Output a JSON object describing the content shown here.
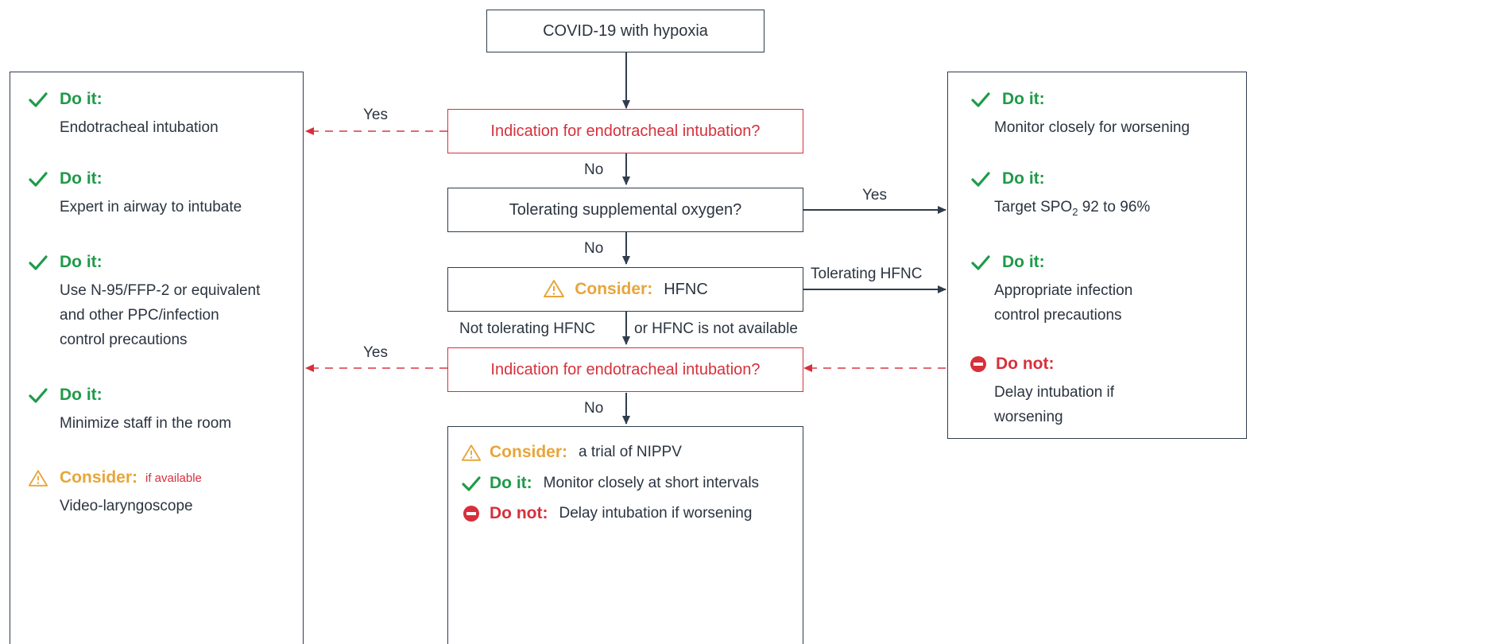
{
  "flow": {
    "start": "COVID-19 with hypoxia",
    "q1": "Indication for endotracheal intubation?",
    "q2": "Tolerating supplemental oxygen?",
    "consider_hfnc": {
      "label": "Consider:",
      "text": "HFNC"
    },
    "q3": "Indication for endotracheal intubation?",
    "nippv": {
      "consider": {
        "label": "Consider:",
        "text": "a trial of NIPPV"
      },
      "do": {
        "label": "Do it:",
        "text": "Monitor closely at short intervals"
      },
      "donot": {
        "label": "Do not:",
        "text": "Delay intubation if worsening"
      }
    }
  },
  "edge_labels": {
    "yes_q1": "Yes",
    "no_q1": "No",
    "yes_q2": "Yes",
    "no_q2": "No",
    "tolerating_hfnc": "Tolerating HFNC",
    "not_tolerating_a": "Not tolerating HFNC",
    "not_tolerating_b": "or HFNC is not available",
    "yes_q3": "Yes",
    "no_q3": "No"
  },
  "left_panel": [
    {
      "type": "do",
      "label": "Do it:",
      "text": "Endotracheal intubation"
    },
    {
      "type": "do",
      "label": "Do it:",
      "text": "Expert in airway to intubate"
    },
    {
      "type": "do",
      "label": "Do it:",
      "text": "Use N-95/FFP-2 or equivalent\nand other PPC/infection\ncontrol precautions"
    },
    {
      "type": "do",
      "label": "Do it:",
      "text": "Minimize staff in the room"
    },
    {
      "type": "consider",
      "label": "Consider:",
      "condition": "if available",
      "text": "Video-laryngoscope"
    }
  ],
  "right_panel": [
    {
      "type": "do",
      "label": "Do it:",
      "text": "Monitor closely for worsening"
    },
    {
      "type": "do",
      "label": "Do it:",
      "text_pre": "Target SPO",
      "text_sub": "2",
      "text_post": " 92 to 96%"
    },
    {
      "type": "do",
      "label": "Do it:",
      "text": "Appropriate infection\ncontrol precautions"
    },
    {
      "type": "donot",
      "label": "Do not:",
      "text": "Delay intubation if\nworsening"
    }
  ],
  "colors": {
    "do": "#1f9a49",
    "consider": "#e8a53a",
    "donot": "#d7303b",
    "line": "#2f3d4c",
    "dashed": "#e06a72"
  },
  "icons": {
    "do": "check-icon",
    "consider": "warning-triangle-icon",
    "donot": "no-entry-icon"
  }
}
